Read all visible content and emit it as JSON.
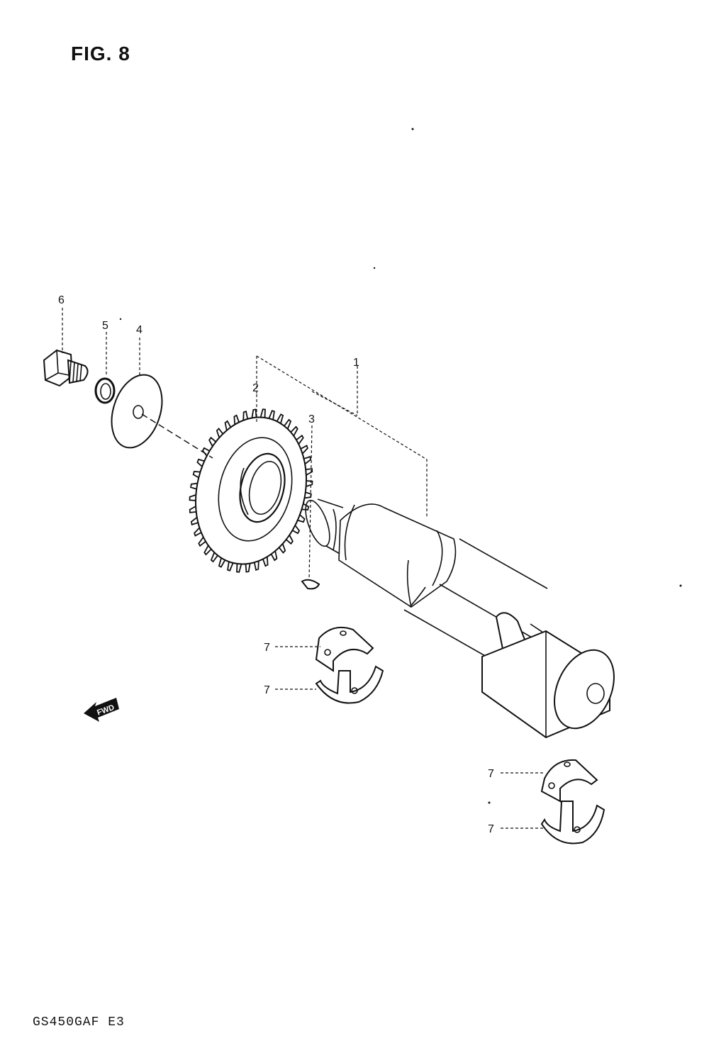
{
  "figure": {
    "title": "FIG. 8",
    "model_code": "GS450GAF E3"
  },
  "fwd_label": "FWD",
  "callouts": [
    {
      "id": "c1",
      "label": "1"
    },
    {
      "id": "c2",
      "label": "2"
    },
    {
      "id": "c3",
      "label": "3"
    },
    {
      "id": "c4",
      "label": "4"
    },
    {
      "id": "c5",
      "label": "5"
    },
    {
      "id": "c6",
      "label": "6"
    },
    {
      "id": "c7a",
      "label": "7"
    },
    {
      "id": "c7b",
      "label": "7"
    },
    {
      "id": "c7c",
      "label": "7"
    },
    {
      "id": "c7d",
      "label": "7"
    }
  ]
}
